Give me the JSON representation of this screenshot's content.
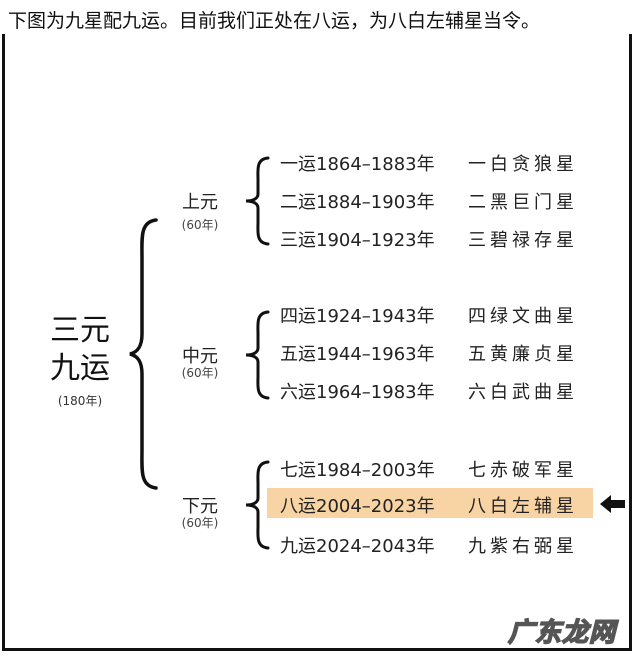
{
  "caption": "下图为九星配九运。目前我们正处在八运，为八白左辅星当令。",
  "main": {
    "line1": "三元",
    "line2": "九运",
    "sub": "(180年)"
  },
  "eras": [
    {
      "label": "上元",
      "sub": "(60年)",
      "rows": [
        {
          "period": "一运1864–1883年",
          "star": "一白贪狼星"
        },
        {
          "period": "二运1884–1903年",
          "star": "二黑巨门星"
        },
        {
          "period": "三运1904–1923年",
          "star": "三碧禄存星"
        }
      ]
    },
    {
      "label": "中元",
      "sub": "(60年)",
      "rows": [
        {
          "period": "四运1924–1943年",
          "star": "四绿文曲星"
        },
        {
          "period": "五运1944–1963年",
          "star": "五黄廉贞星"
        },
        {
          "period": "六运1964–1983年",
          "star": "六白武曲星"
        }
      ]
    },
    {
      "label": "下元",
      "sub": "(60年)",
      "rows": [
        {
          "period": "七运1984–2003年",
          "star": "七赤破军星"
        },
        {
          "period": "八运2004–2023年",
          "star": "八白左辅星"
        },
        {
          "period": "九运2024–2043年",
          "star": "九紫右弼星"
        }
      ]
    }
  ],
  "highlight": {
    "row": "八运2004–2023年 八白左辅星",
    "color": "#f8d4a4",
    "indicator": "left-arrow-icon"
  },
  "watermark": "广东龙网"
}
